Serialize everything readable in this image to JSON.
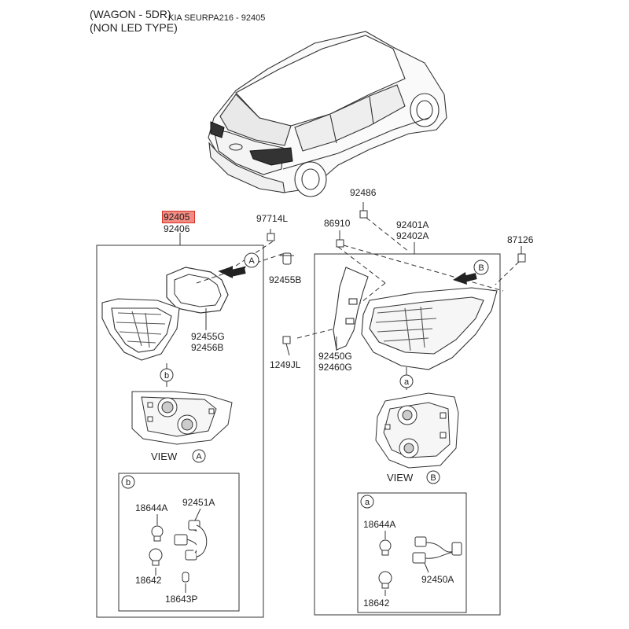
{
  "header": {
    "line1": "(WAGON - 5DR)",
    "line2": "(NON LED TYPE)",
    "model": "KIA SEURPA216 - 92405"
  },
  "highlight": {
    "part": "92405"
  },
  "labels": {
    "p92406": "92406",
    "p97714L": "97714L",
    "p92455B": "92455B",
    "p92455G": "92455G",
    "p92456B": "92456B",
    "p92486": "92486",
    "p86910": "86910",
    "p92401A": "92401A",
    "p92402A": "92402A",
    "p87126": "87126",
    "p1249JL": "1249JL",
    "p92450G": "92450G",
    "p92460G": "92460G",
    "p18644A_b": "18644A",
    "p92451A": "92451A",
    "p18642_b": "18642",
    "p18643P": "18643P",
    "p18644A_a": "18644A",
    "p18642_a": "18642",
    "p92450A": "92450A"
  },
  "callouts": {
    "A1": "A",
    "B1": "B",
    "b1": "b",
    "a1": "a",
    "b2": "b",
    "a2": "a",
    "A2": "A",
    "B2": "B"
  },
  "views": {
    "view_a": "VIEW",
    "view_b": "VIEW"
  }
}
